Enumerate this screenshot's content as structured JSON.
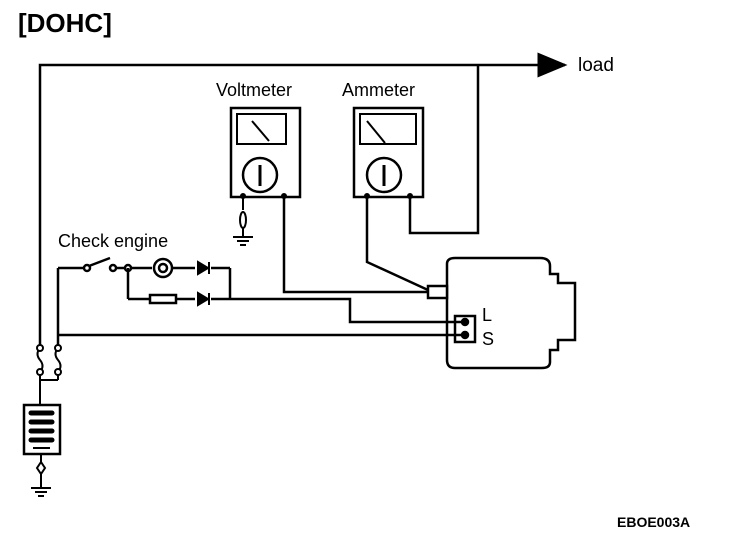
{
  "title": "[DOHC]",
  "labels": {
    "load": "load",
    "voltmeter": "Voltmeter",
    "ammeter": "Ammeter",
    "check_engine": "Check engine",
    "terminal_l": "L",
    "terminal_s": "S",
    "figure_code": "EBOE003A"
  }
}
